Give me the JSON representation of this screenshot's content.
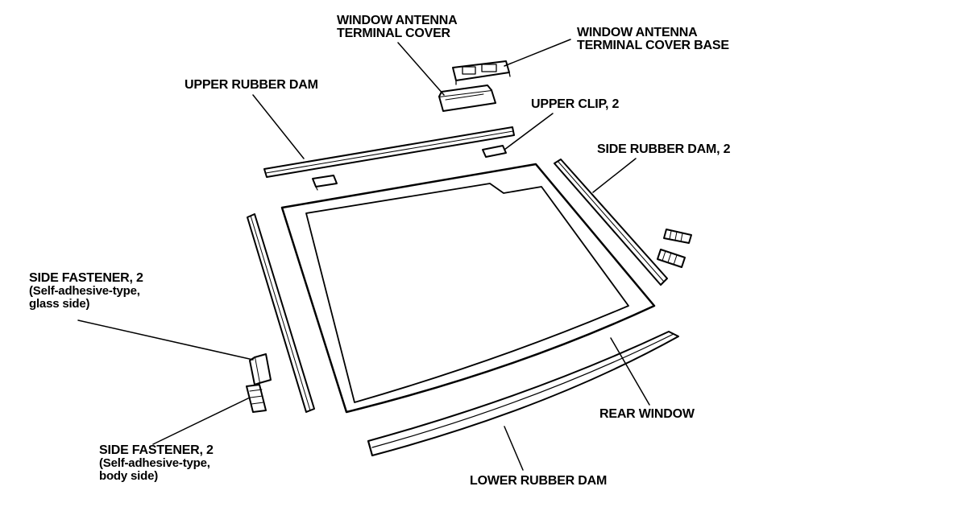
{
  "labels": {
    "window_antenna_terminal_cover": [
      "WINDOW ANTENNA",
      "TERMINAL COVER"
    ],
    "window_antenna_terminal_cover_base": [
      "WINDOW ANTENNA",
      "TERMINAL COVER BASE"
    ],
    "upper_rubber_dam": "UPPER RUBBER DAM",
    "upper_clip": "UPPER CLIP, 2",
    "side_rubber_dam": "SIDE RUBBER DAM, 2",
    "side_fastener_glass": [
      "SIDE FASTENER, 2",
      "(Self-adhesive-type,",
      "glass side)"
    ],
    "rear_window": "REAR WINDOW",
    "side_fastener_body": [
      "SIDE FASTENER, 2",
      "(Self-adhesive-type,",
      "body side)"
    ],
    "lower_rubber_dam": "LOWER RUBBER DAM"
  }
}
